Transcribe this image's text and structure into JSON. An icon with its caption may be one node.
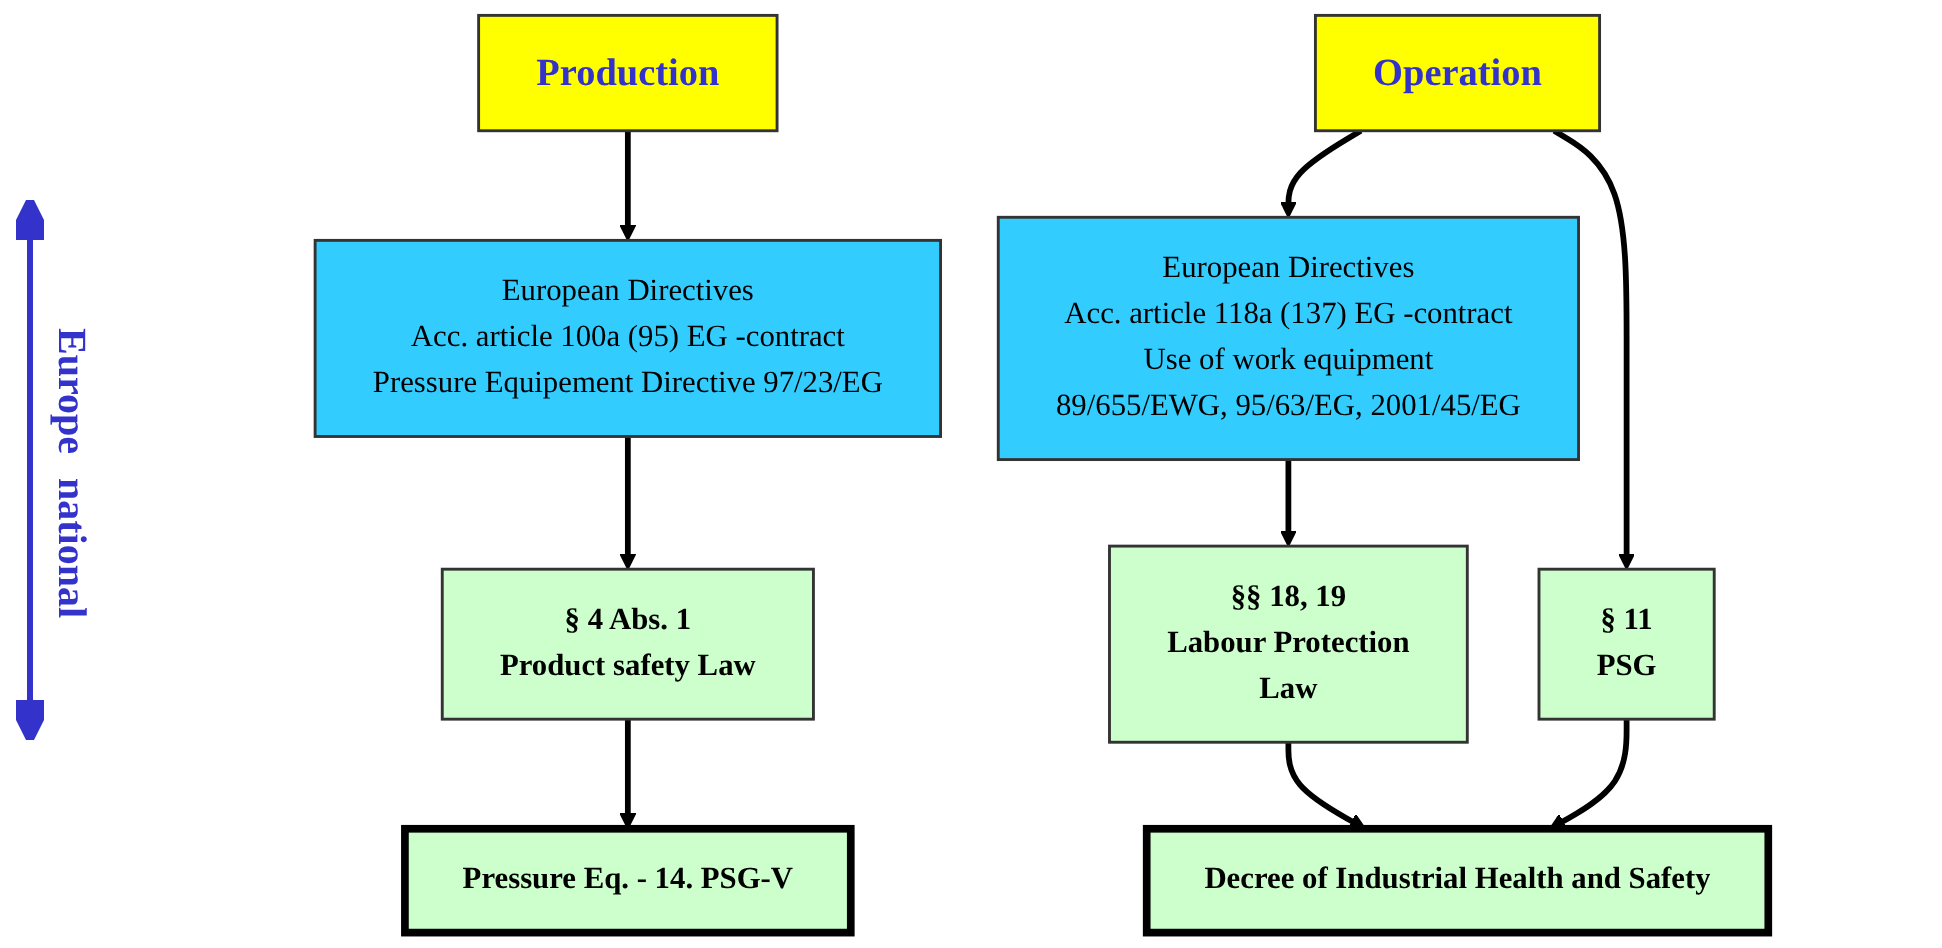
{
  "diagram": {
    "nodes": [
      {
        "text": [
          "Production"
        ]
      },
      {
        "text": [
          "Operation"
        ]
      },
      {
        "text": [
          "European Directives",
          "Acc. article 100a (95) EG -contract",
          "Pressure Equipement Directive 97/23/EG"
        ]
      },
      {
        "text": [
          "European Directives",
          "Acc. article 118a (137) EG -contract",
          "Use of work equipment",
          "89/655/EWG, 95/63/EG, 2001/45/EG"
        ]
      },
      {
        "text": [
          "§ 4 Abs. 1",
          "Product safety Law"
        ]
      },
      {
        "text": [
          "§§ 18, 19",
          "Labour Protection",
          "Law"
        ]
      },
      {
        "text": [
          "§ 11",
          "PSG"
        ]
      },
      {
        "text": [
          "Pressure Eq. - 14. PSG-V"
        ]
      },
      {
        "text": [
          "Decree of Industrial Health and Safety"
        ]
      }
    ],
    "edges": [
      {
        "from": 0,
        "to": 2,
        "arrow": "to"
      },
      {
        "from": 1,
        "to": 3,
        "arrow": "to"
      },
      {
        "from": 1,
        "to": 6,
        "arrow": "to"
      },
      {
        "from": 2,
        "to": 4,
        "arrow": "to"
      },
      {
        "from": 3,
        "to": 5,
        "arrow": "to"
      },
      {
        "from": 4,
        "to": 7,
        "arrow": "to"
      },
      {
        "from": 5,
        "to": 8,
        "arrow": "to"
      },
      {
        "from": 6,
        "to": 8,
        "arrow": "to"
      }
    ],
    "labels": [
      "Europe",
      "national"
    ]
  }
}
